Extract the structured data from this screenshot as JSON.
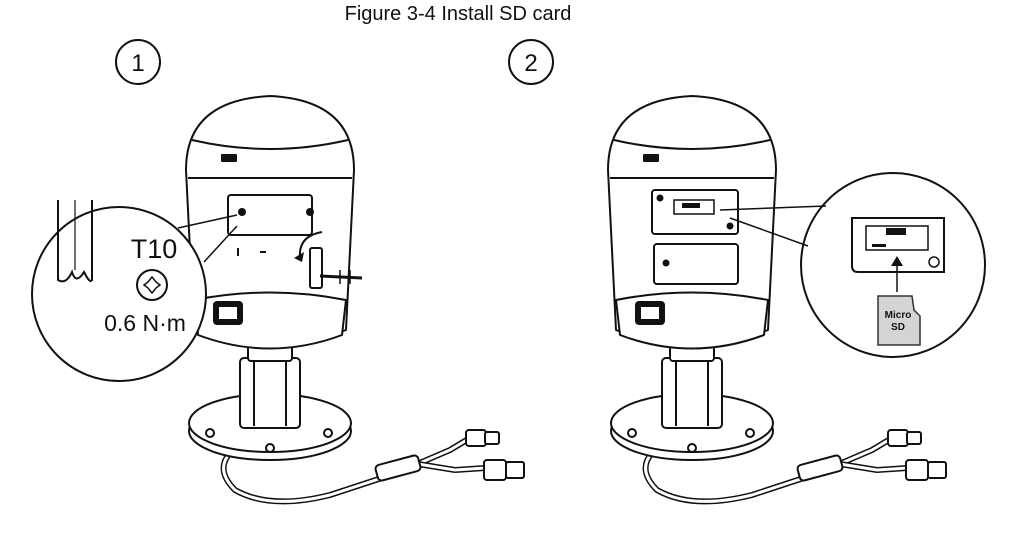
{
  "figure": {
    "caption": "Figure 3-4 Install SD card"
  },
  "steps": [
    {
      "number": "1"
    },
    {
      "number": "2"
    }
  ],
  "step1_callout": {
    "bit_label": "T10",
    "torque_label": "0.6 N·m"
  },
  "step2_callout": {
    "card_label_line1": "Micro",
    "card_label_line2": "SD"
  }
}
